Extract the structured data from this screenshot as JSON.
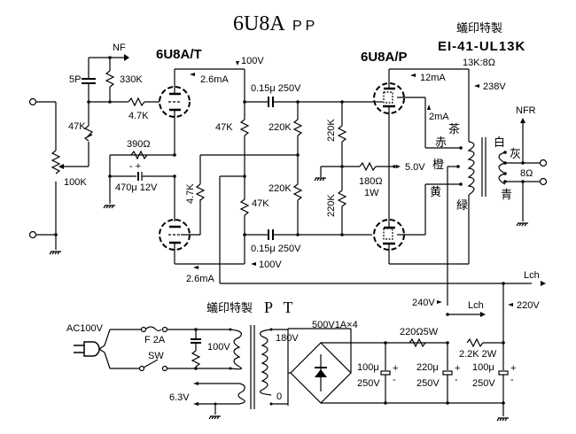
{
  "title": {
    "main": "6U8A",
    "suffix": "PP"
  },
  "tubes": {
    "triode": "6U8A/T",
    "pentode": "6U8A/P"
  },
  "output_transformer": {
    "maker": "蟻印特製",
    "model": "EI-41-UL13K",
    "ratio": "13K:8Ω",
    "wire_colors": {
      "brown": "茶",
      "red": "赤",
      "orange": "橙",
      "yellow": "黄",
      "green": "緑",
      "white": "白",
      "gray": "灰",
      "blue": "青"
    },
    "speaker": "8Ω",
    "nfr": "NFR"
  },
  "power_transformer": {
    "maker": "蟻印特製",
    "label": "P T",
    "primary": "100V",
    "secondary_hv": "180V",
    "secondary_zero": "0",
    "heater": "6.3V"
  },
  "input": {
    "pot": "100K",
    "r47k": "47K",
    "c5p": "5P",
    "r330k": "330K",
    "nf": "NF",
    "r4k7": "4.7K"
  },
  "driver": {
    "b_plus": "100V",
    "current_top": "2.6mA",
    "current_bottom": "2.6mA",
    "r_load_top": "47K",
    "r_load_bottom": "47K",
    "r_grid_bottom": "4.7K",
    "r_cathode": "390Ω",
    "c_cathode": "470μ 12V",
    "c_cathode_polarity": "-  +",
    "v_bottom": "100V",
    "coupling_top": "0.15μ 250V",
    "coupling_bottom": "0.15μ 250V"
  },
  "output_stage": {
    "r_grid_1": "220K",
    "r_grid_2": "220K",
    "r_grid_3": "220K",
    "r_grid_4": "220K",
    "current_plate": "12mA",
    "current_screen": "2mA",
    "v_plate": "238V",
    "v_cathode": "5.0V",
    "r_cathode": "180Ω",
    "r_cathode_w": "1W"
  },
  "power_supply": {
    "ac_in": "AC100V",
    "fuse": "F 2A",
    "switch": "SW",
    "bridge": "500V1A×4",
    "c1": [
      "100μ",
      "250V"
    ],
    "r1": "220Ω5W",
    "c2": [
      "220μ",
      "250V"
    ],
    "r2": "2.2K 2W",
    "c3": [
      "100μ",
      "250V"
    ],
    "v1": "240V",
    "v2": "220V",
    "lch_1": "Lch",
    "lch_2": "Lch",
    "plus": "+",
    "minus": "-"
  }
}
